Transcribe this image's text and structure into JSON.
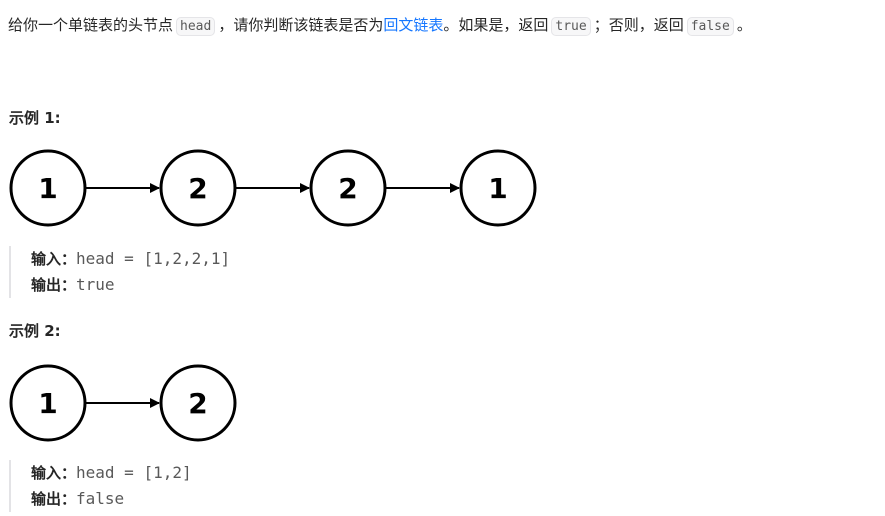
{
  "description": {
    "part1": "给你一个单链表的头节点",
    "code_head": "head",
    "part2": "，请你判断该链表是否为",
    "link_text": "回文链表",
    "part3": "。如果是，返回",
    "code_true": "true",
    "part4": "；否则，返回",
    "code_false": "false",
    "part5": "。"
  },
  "examples": [
    {
      "title": "示例 1:",
      "nodes": [
        "1",
        "2",
        "2",
        "1"
      ],
      "input_label": "输入：",
      "input_value": "head = [1,2,2,1]",
      "output_label": "输出：",
      "output_value": "true"
    },
    {
      "title": "示例 2:",
      "nodes": [
        "1",
        "2"
      ],
      "input_label": "输入：",
      "input_value": "head = [1,2]",
      "output_label": "输出：",
      "output_value": "false"
    }
  ]
}
